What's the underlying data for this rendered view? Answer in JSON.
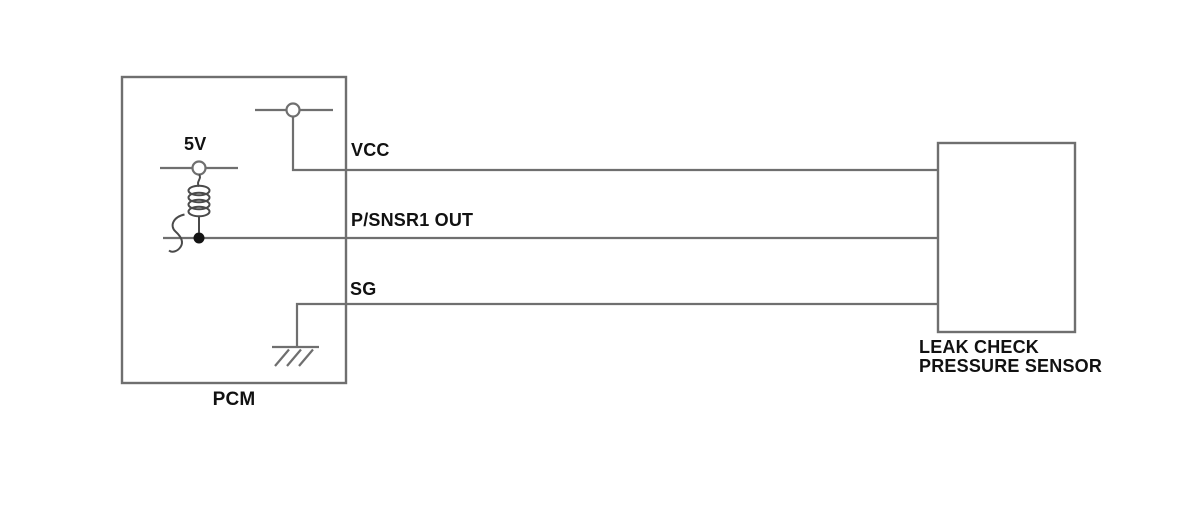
{
  "colors": {
    "wire": "#6f6f6f",
    "symbol": "#4a4a4a",
    "junction": "#141414",
    "text": "#111111",
    "background": "#ffffff"
  },
  "pcm": {
    "label": "PCM",
    "supply_label": "5V"
  },
  "sensor": {
    "label_line1": "LEAK CHECK",
    "label_line2": "PRESSURE SENSOR"
  },
  "pins": [
    {
      "label": "VCC"
    },
    {
      "label": "P/SNSR1 OUT"
    },
    {
      "label": "SG"
    }
  ]
}
